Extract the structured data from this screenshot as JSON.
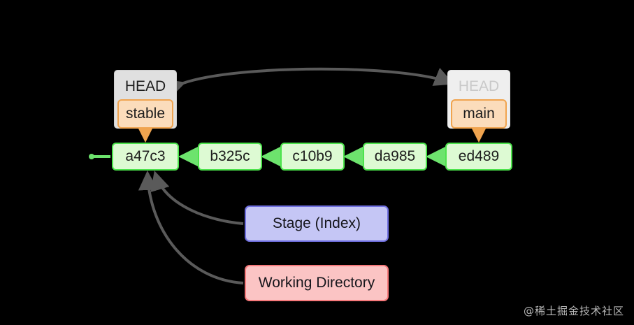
{
  "diagram": {
    "title": "Git HEAD / branches / stage / working directory",
    "background": "#000000",
    "colors": {
      "commit_fill": "#ddfad3",
      "commit_border": "#4ce34c",
      "branch_fill": "#fbdcbb",
      "branch_border": "#f0a44f",
      "head_fill": "#e0e0e0",
      "head_fill_inactive": "#efefef",
      "head_text_active": "#1d1d1d",
      "head_text_inactive": "#c9c9c9",
      "stage_fill": "#c5c6f5",
      "stage_border": "#6f6fdf",
      "working_fill": "#fbc4c4",
      "working_border": "#f6797b",
      "edge": "#5a5a5a"
    },
    "commits": [
      {
        "id": "a47c3",
        "label": "a47c3"
      },
      {
        "id": "b325c",
        "label": "b325c"
      },
      {
        "id": "c10b9",
        "label": "c10b9"
      },
      {
        "id": "da985",
        "label": "da985"
      },
      {
        "id": "ed489",
        "label": "ed489"
      }
    ],
    "heads": [
      {
        "id": "head-left",
        "label": "HEAD",
        "branch": "stable",
        "active": true,
        "points_to": "a47c3"
      },
      {
        "id": "head-right",
        "label": "HEAD",
        "branch": "main",
        "active": false,
        "points_to": "ed489"
      }
    ],
    "areas": [
      {
        "id": "stage",
        "label": "Stage (Index)"
      },
      {
        "id": "working",
        "label": "Working Directory"
      }
    ],
    "watermark": "@稀土掘金技术社区"
  }
}
